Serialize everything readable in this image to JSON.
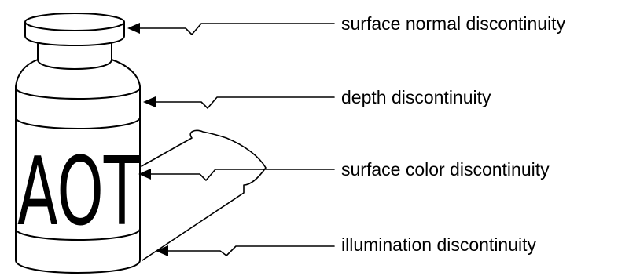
{
  "bottle": {
    "label_text": "AOT"
  },
  "labels": [
    {
      "key": "surface_normal",
      "text": "surface normal discontinuity"
    },
    {
      "key": "depth",
      "text": "depth discontinuity"
    },
    {
      "key": "surface_color",
      "text": "surface color discontinuity"
    },
    {
      "key": "illumination",
      "text": "illumination discontinuity"
    }
  ],
  "colors": {
    "ink": "#000000",
    "background": "#ffffff"
  }
}
